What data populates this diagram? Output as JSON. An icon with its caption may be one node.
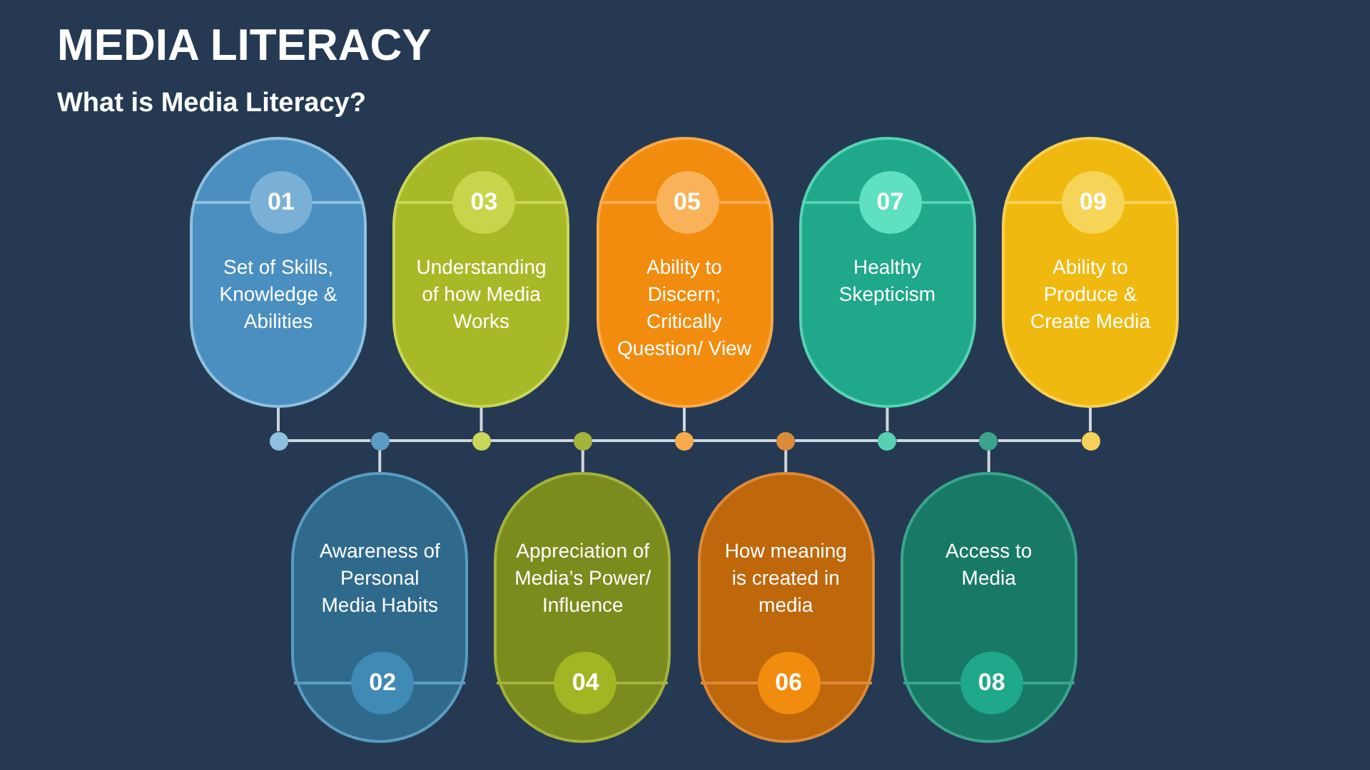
{
  "diagram": {
    "title": "MEDIA LITERACY",
    "nodes": [
      {
        "text": [
          "01",
          "Set of Skills, Knowledge & Abilities"
        ]
      },
      {
        "text": [
          "Awareness of Personal Media Habits",
          "02"
        ]
      },
      {
        "text": [
          "03",
          "Understanding of how Media Works"
        ]
      },
      {
        "text": [
          "Appreciation of Media’s Power/ Influence",
          "04"
        ]
      },
      {
        "text": [
          "05",
          "Ability to Discern; Critically Question/ View"
        ]
      },
      {
        "text": [
          "How meaning is created in media",
          "06"
        ]
      },
      {
        "text": [
          "07",
          "Healthy Skepticism"
        ]
      },
      {
        "text": [
          "Access to Media",
          "08"
        ]
      },
      {
        "text": [
          "09",
          "Ability to Produce & Create Media"
        ]
      },
      {
        "text": [],
        "shape": "circle"
      },
      {
        "text": [],
        "shape": "circle"
      },
      {
        "text": [],
        "shape": "circle"
      },
      {
        "text": [],
        "shape": "circle"
      },
      {
        "text": [],
        "shape": "circle"
      },
      {
        "text": [],
        "shape": "circle"
      },
      {
        "text": [],
        "shape": "circle"
      },
      {
        "text": [],
        "shape": "circle"
      },
      {
        "text": [],
        "shape": "circle"
      }
    ],
    "edges": [
      {
        "from": 0,
        "to": 9,
        "arrow": "none"
      },
      {
        "from": 1,
        "to": 10,
        "arrow": "none"
      },
      {
        "from": 2,
        "to": 11,
        "arrow": "none"
      },
      {
        "from": 3,
        "to": 12,
        "arrow": "none"
      },
      {
        "from": 4,
        "to": 13,
        "arrow": "none"
      },
      {
        "from": 5,
        "to": 14,
        "arrow": "none"
      },
      {
        "from": 6,
        "to": 15,
        "arrow": "none"
      },
      {
        "from": 7,
        "to": 16,
        "arrow": "none"
      },
      {
        "from": 8,
        "to": 17,
        "arrow": "none"
      },
      {
        "from": 9,
        "to": 10,
        "arrow": "none"
      },
      {
        "from": 10,
        "to": 11,
        "arrow": "none"
      },
      {
        "from": 11,
        "to": 12,
        "arrow": "none"
      },
      {
        "from": 12,
        "to": 13,
        "arrow": "none"
      },
      {
        "from": 13,
        "to": 14,
        "arrow": "none"
      },
      {
        "from": 14,
        "to": 15,
        "arrow": "none"
      },
      {
        "from": 15,
        "to": 16,
        "arrow": "none"
      },
      {
        "from": 16,
        "to": 17,
        "arrow": "none"
      }
    ],
    "labels": [
      "What is Media Literacy?"
    ]
  }
}
